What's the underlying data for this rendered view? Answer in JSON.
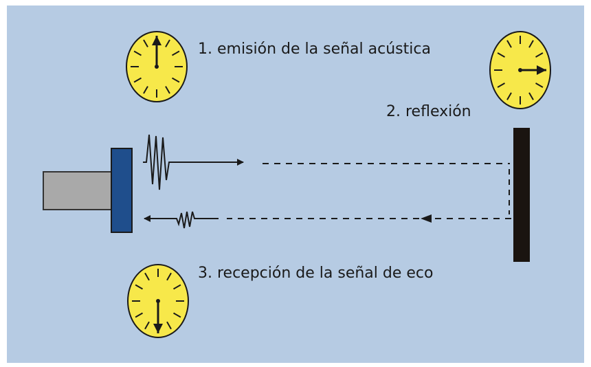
{
  "labels": {
    "step1": "1. emisión de la señal acústica",
    "step2": "2. reflexión",
    "step3": "3. recepción de la señal de eco"
  },
  "colors": {
    "background": "#b6cbe3",
    "clock_face": "#f7e84a",
    "transducer_body": "#a9a9a9",
    "transducer_face": "#1f4e8c",
    "reflector": "#1a1410",
    "ink": "#1a1a1a"
  },
  "icons": {
    "clock": "clock-icon",
    "transducer": "transducer-icon",
    "reflector": "reflector-wall",
    "emitted_pulse": "zigzag-pulse-icon",
    "echo_pulse": "zigzag-pulse-icon"
  }
}
